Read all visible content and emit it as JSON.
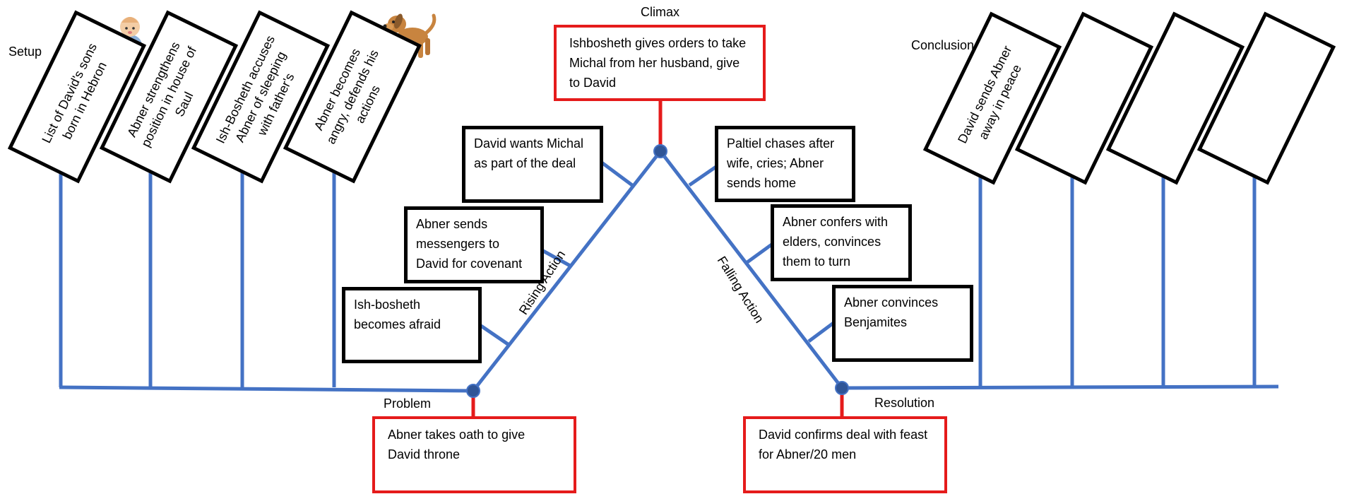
{
  "colors": {
    "line": "#4472c4",
    "accent": "#e51b1b",
    "node": "#2f5597"
  },
  "labels": {
    "setup": "Setup",
    "climax": "Climax",
    "conclusion": "Conclusion",
    "problem": "Problem",
    "resolution": "Resolution",
    "rising": "Rising Action",
    "falling": "Falling Action"
  },
  "setup_events": [
    "List of David's sons born in Hebron",
    "Abner strengthens position in house of Saul",
    "Ish-Bosheth accuses Abner of sleeping with father's",
    "Abner becomes angry, defends his actions"
  ],
  "rising_events": [
    "David wants Michal as part of the deal",
    "Abner sends messengers to David for covenant",
    "Ish-bosheth becomes afraid"
  ],
  "falling_events": [
    "Paltiel chases after wife, cries; Abner sends home",
    "Abner confers with elders, convinces them to turn",
    "Abner convinces Benjamites"
  ],
  "conclusion_events": [
    "David sends Abner away in peace",
    "",
    "",
    ""
  ],
  "key_events": {
    "climax": "Ishbosheth gives orders to take Michal from her husband, give to David",
    "problem": "Abner takes oath to give David throne",
    "resolution": "David confirms deal with feast for Abner/20 men"
  },
  "icons": [
    "baby-icon",
    "dog-icon"
  ]
}
